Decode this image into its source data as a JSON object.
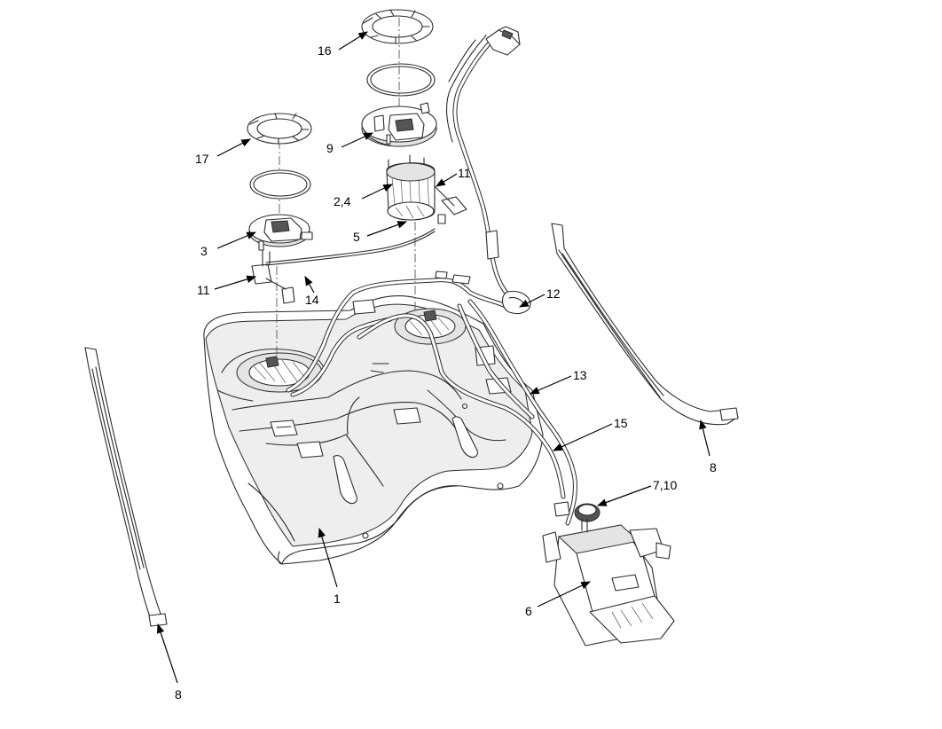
{
  "callouts": [
    {
      "id": "c1",
      "text": "1"
    },
    {
      "id": "c2",
      "text": "2,4"
    },
    {
      "id": "c3",
      "text": "3"
    },
    {
      "id": "c5",
      "text": "5"
    },
    {
      "id": "c6",
      "text": "6"
    },
    {
      "id": "c7",
      "text": "7,10"
    },
    {
      "id": "c8a",
      "text": "8"
    },
    {
      "id": "c8b",
      "text": "8"
    },
    {
      "id": "c9",
      "text": "9"
    },
    {
      "id": "c11a",
      "text": "11"
    },
    {
      "id": "c11b",
      "text": "11"
    },
    {
      "id": "c12",
      "text": "12"
    },
    {
      "id": "c13",
      "text": "13"
    },
    {
      "id": "c14",
      "text": "14"
    },
    {
      "id": "c15",
      "text": "15"
    },
    {
      "id": "c16",
      "text": "16"
    },
    {
      "id": "c17",
      "text": "17"
    }
  ]
}
